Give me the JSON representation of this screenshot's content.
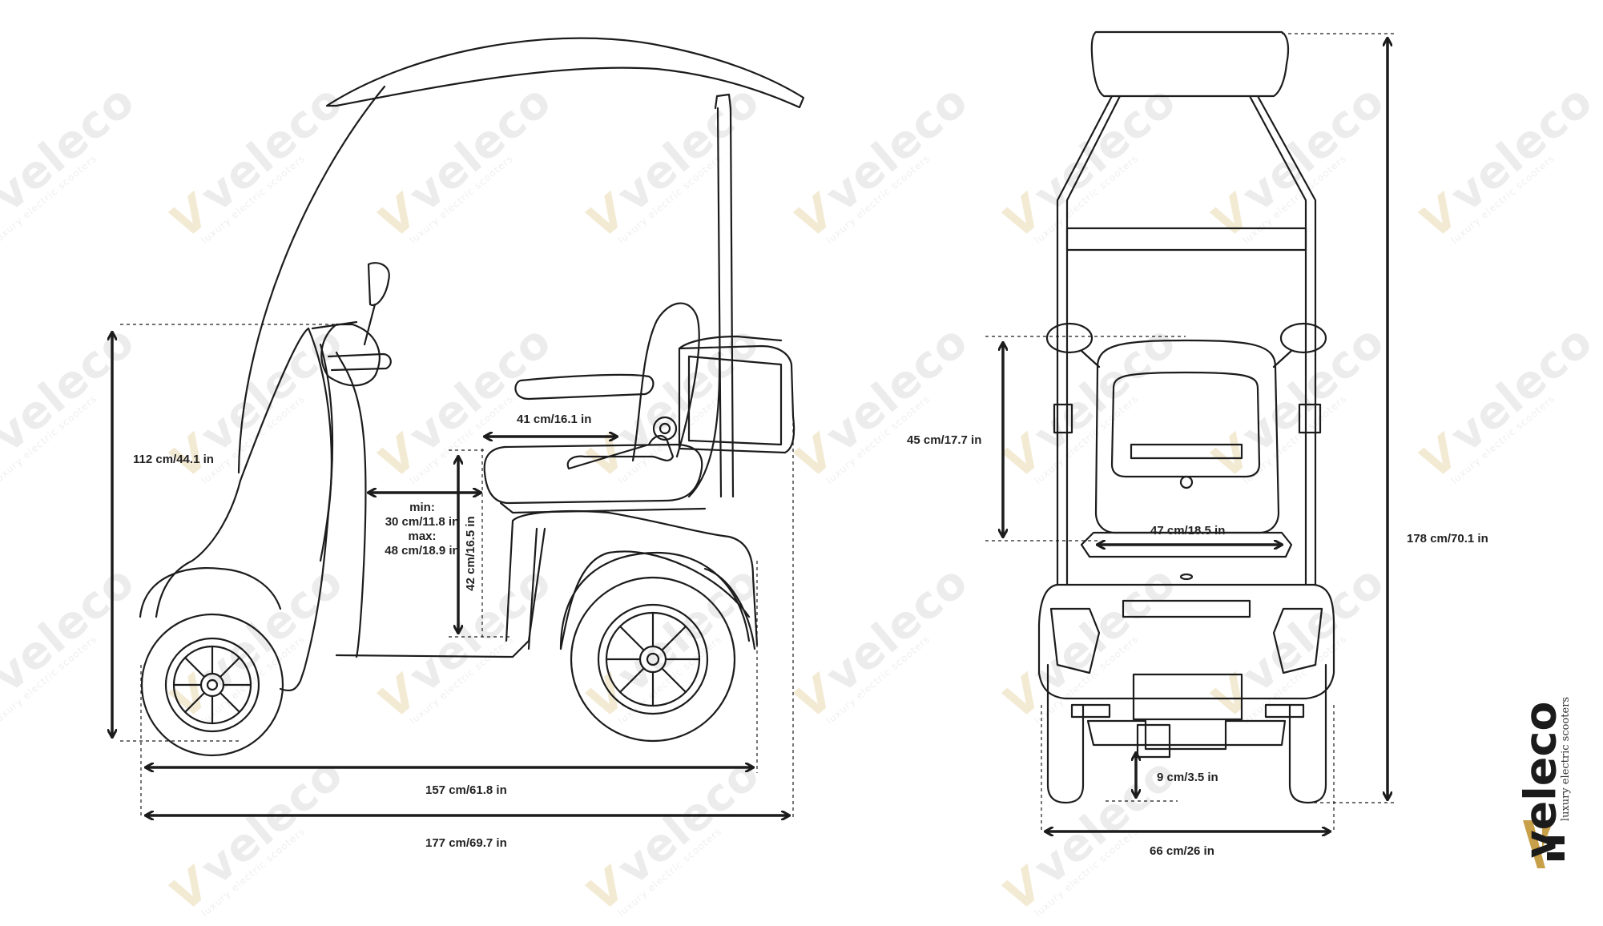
{
  "watermark": {
    "brand": "veleco",
    "tagline": "luxury electric scooters",
    "colors": {
      "text": "#ececec",
      "accent": "#f3ead3"
    }
  },
  "side_view": {
    "overall_length_label": "177 cm/69.7 in",
    "wheelbase_length_label": "157 cm/61.8 in",
    "mirror_height_label": "112 cm/44.1 in",
    "seat_width_label": "41 cm/16.1 in",
    "seat_height_label": "42 cm/16.5 in",
    "seat_distance_lines": [
      "min:",
      "30 cm/11.8 in",
      "max:",
      "48 cm/18.9 in"
    ]
  },
  "rear_view": {
    "overall_height_label": "178 cm/70.1 in",
    "backrest_height_label": "45 cm/17.7 in",
    "seat_width_label": "47 cm/18.5 in",
    "ground_clearance_label": "9 cm/3.5 in",
    "overall_width_label": "66 cm/26 in"
  },
  "logo": {
    "brand": "veleco",
    "tagline": "luxury electric scooters",
    "colors": {
      "gold": "#c9a04a",
      "dark": "#1b1b1b"
    }
  },
  "colors": {
    "line": "#1c1c1c",
    "dim": "#1c1c1c",
    "background": "#ffffff"
  }
}
